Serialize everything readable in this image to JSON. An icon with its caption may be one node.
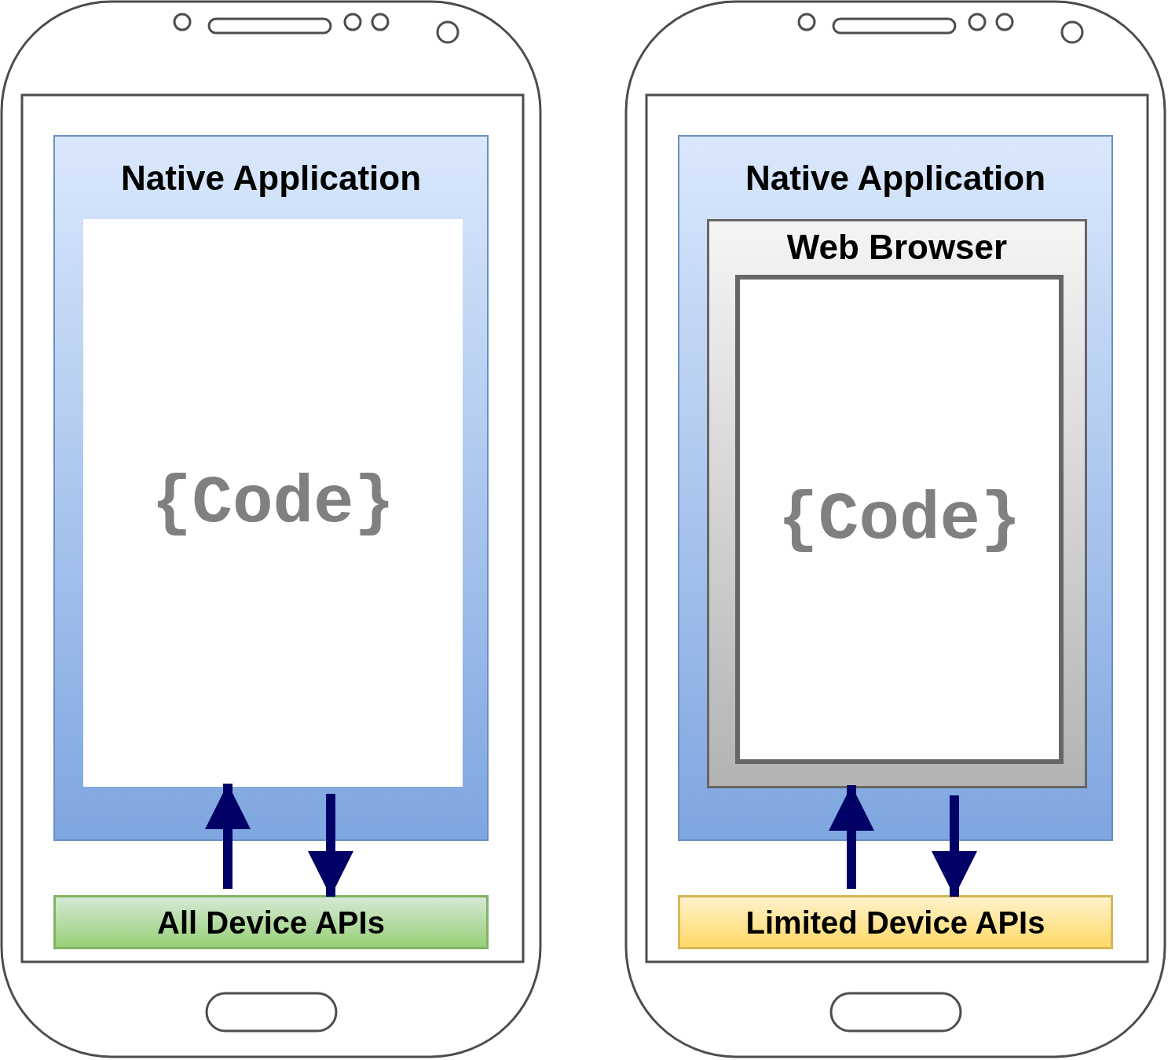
{
  "diagram": {
    "nodes": [
      {
        "text": [
          "Native Application"
        ]
      },
      {
        "text": [
          "{Code}"
        ],
        "in": 0
      },
      {
        "text": [
          "All Device APIs"
        ]
      },
      {
        "text": [
          "Native Application"
        ]
      },
      {
        "text": [
          "Web Browser"
        ],
        "in": 3
      },
      {
        "text": [
          "{Code}"
        ],
        "in": 4
      },
      {
        "text": [
          "Limited Device APIs"
        ]
      }
    ],
    "edges": [
      {
        "from": 2,
        "to": 1,
        "arrow": "to"
      },
      {
        "from": 1,
        "to": 2,
        "arrow": "to"
      },
      {
        "from": 6,
        "to": 4,
        "arrow": "to"
      },
      {
        "from": 4,
        "to": 6,
        "arrow": "to"
      }
    ]
  }
}
